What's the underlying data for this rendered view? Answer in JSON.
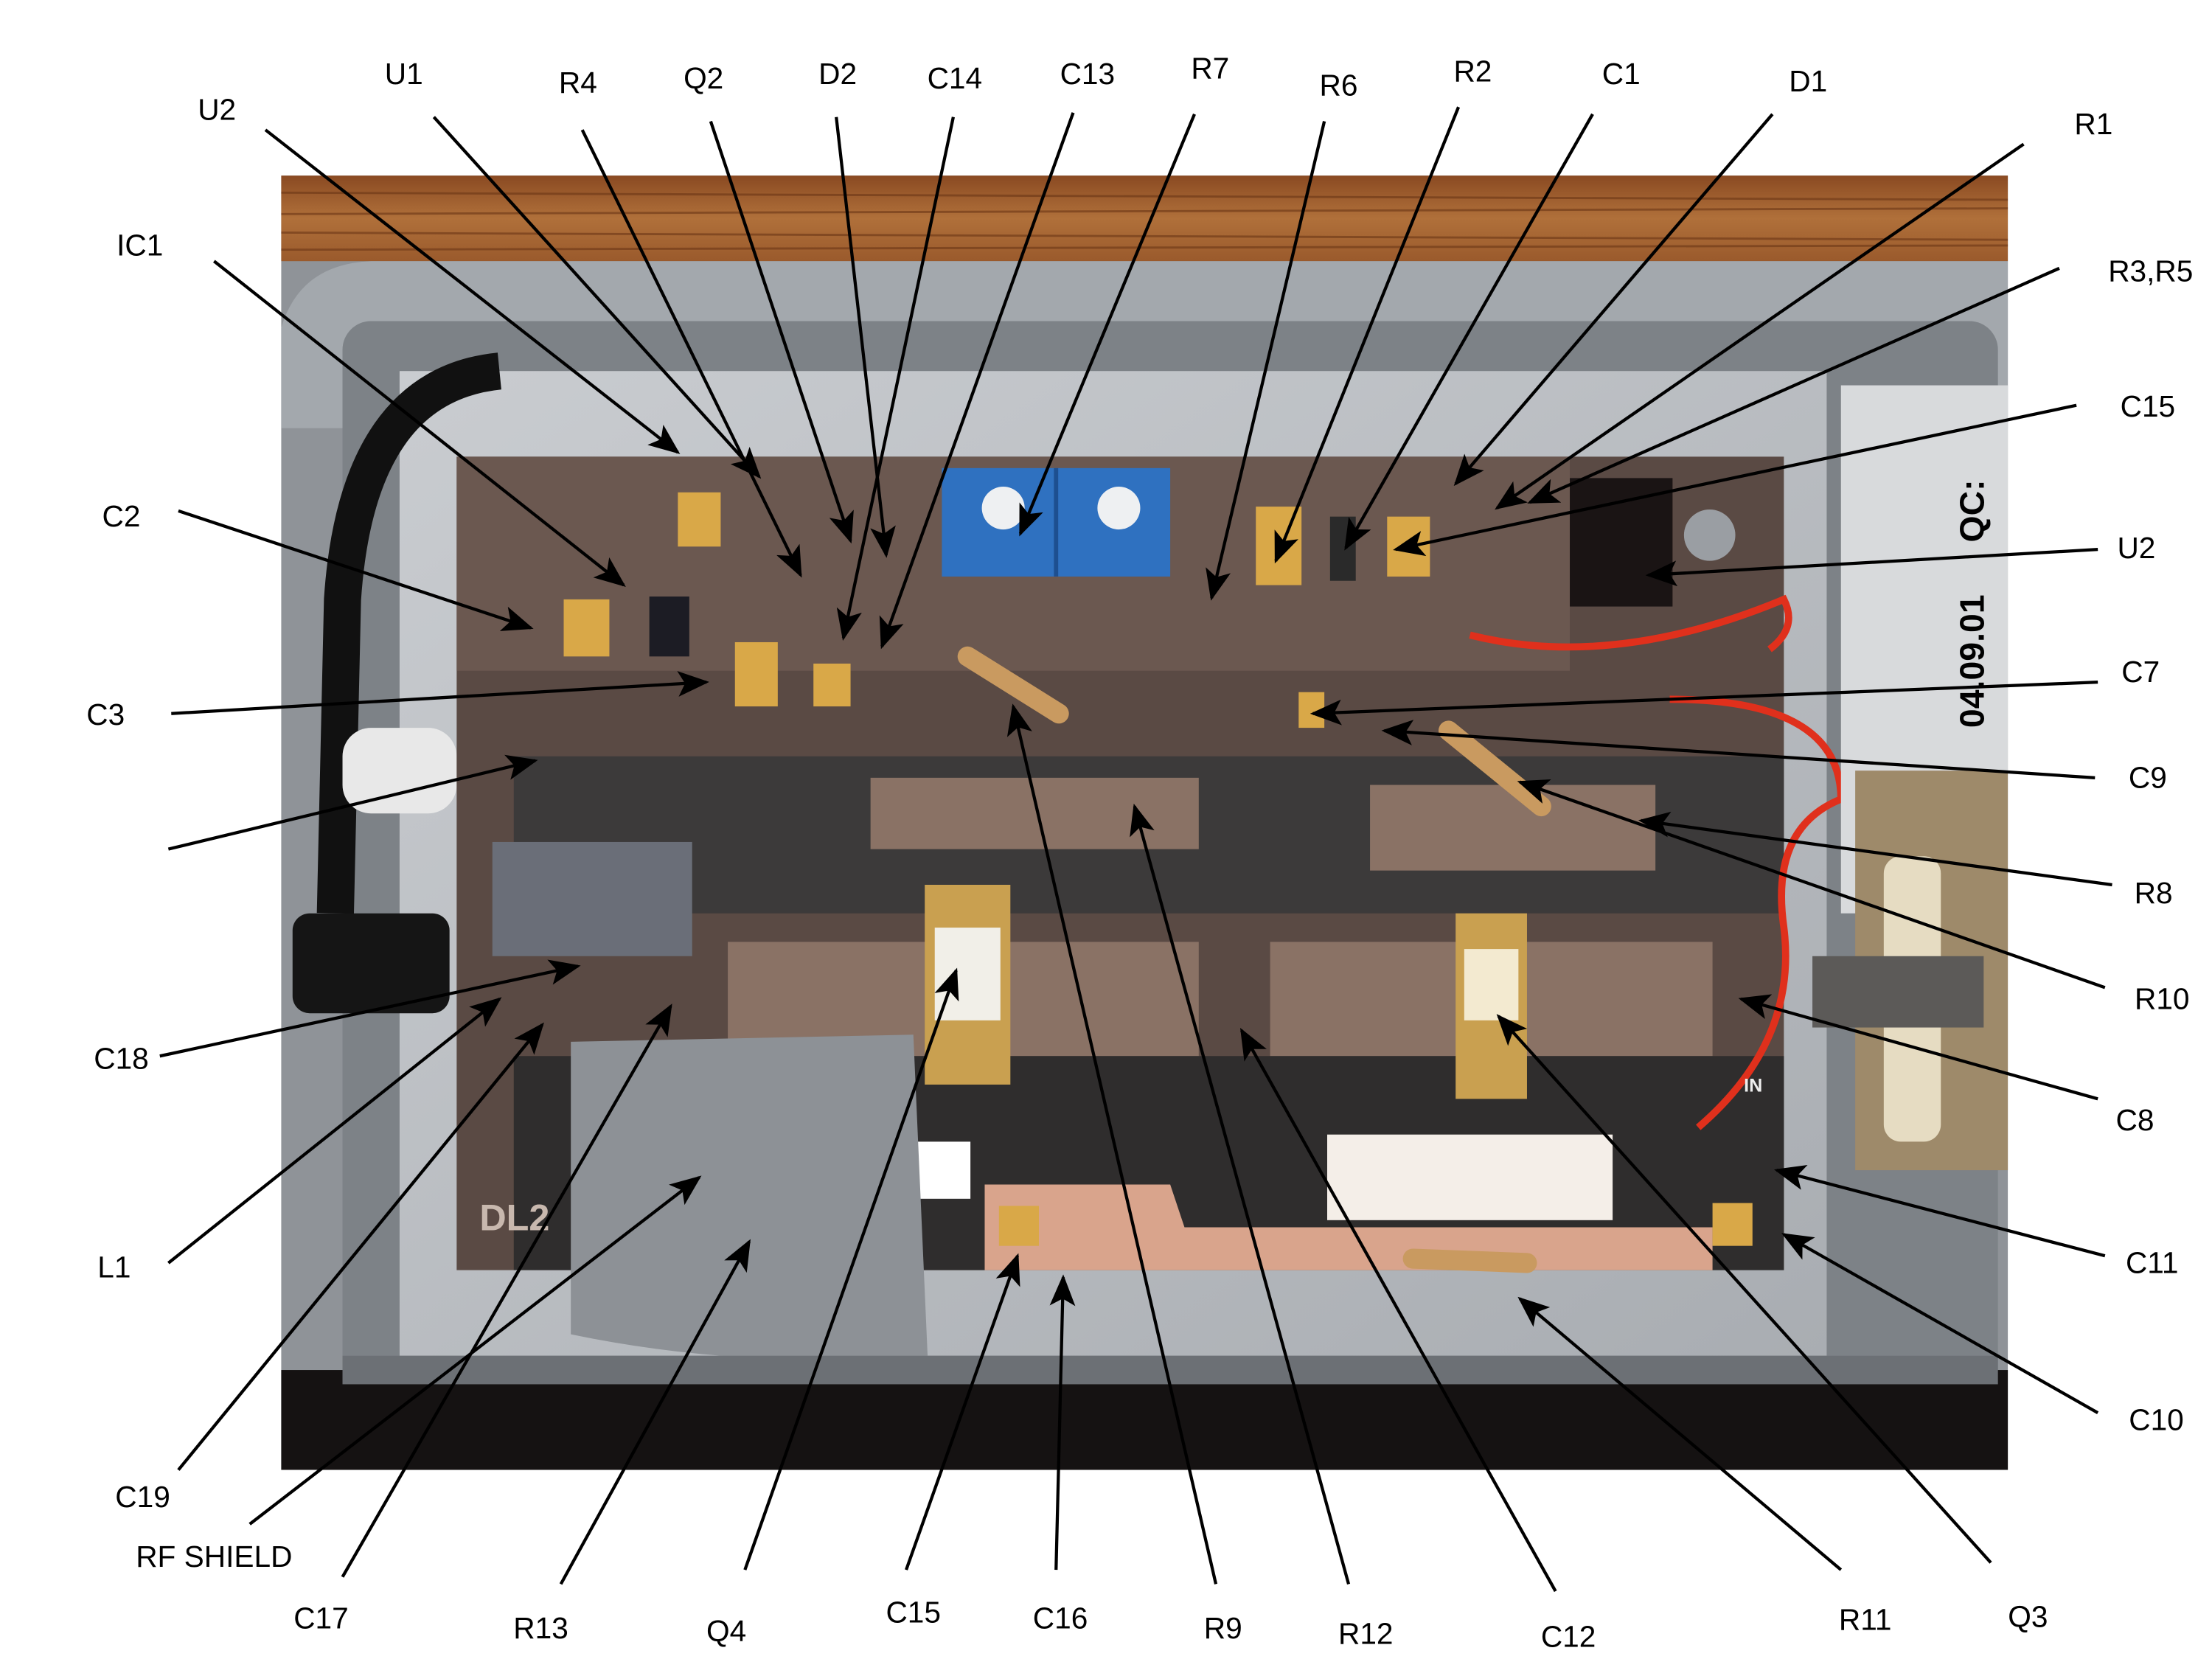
{
  "figure": {
    "photo_text": {
      "label_qc": "QC:",
      "label_date": "04.09.01",
      "board_marking": "DL2",
      "input_marking": "IN"
    },
    "callouts": [
      {
        "text": "U2"
      },
      {
        "text": "U1"
      },
      {
        "text": "R4"
      },
      {
        "text": "Q2"
      },
      {
        "text": "D2"
      },
      {
        "text": "C14"
      },
      {
        "text": "C13"
      },
      {
        "text": "R7"
      },
      {
        "text": "R6"
      },
      {
        "text": "R2"
      },
      {
        "text": "C1"
      },
      {
        "text": "D1"
      },
      {
        "text": "R1"
      },
      {
        "text": "R3,R5"
      },
      {
        "text": "C15"
      },
      {
        "text": "U2"
      },
      {
        "text": "C7"
      },
      {
        "text": "C9"
      },
      {
        "text": "R8"
      },
      {
        "text": "R10"
      },
      {
        "text": "C8"
      },
      {
        "text": "C11"
      },
      {
        "text": "C10"
      },
      {
        "text": "Q3"
      },
      {
        "text": "R11"
      },
      {
        "text": "C12"
      },
      {
        "text": "R12"
      },
      {
        "text": "R9"
      },
      {
        "text": "C16"
      },
      {
        "text": "C15"
      },
      {
        "text": "Q4"
      },
      {
        "text": "R13"
      },
      {
        "text": "C17"
      },
      {
        "text": "RF SHIELD"
      },
      {
        "text": "C19"
      },
      {
        "text": "L1"
      },
      {
        "text": "C18"
      },
      {
        "text": ""
      },
      {
        "text": "C3"
      },
      {
        "text": "C2"
      },
      {
        "text": "IC1"
      }
    ]
  }
}
